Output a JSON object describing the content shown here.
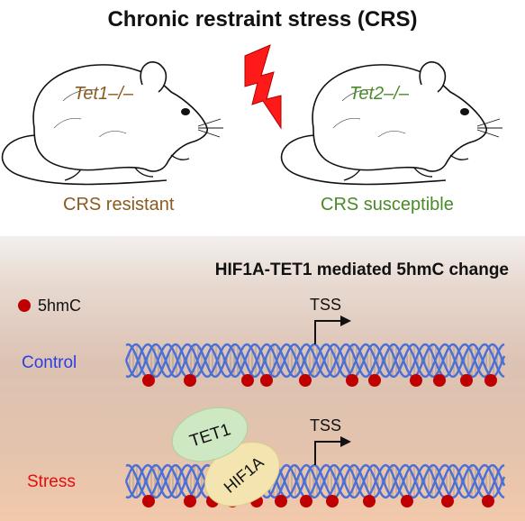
{
  "title": "Chronic restraint stress (CRS)",
  "mice": [
    {
      "genotype": "Tet1–/–",
      "phenotype": "CRS resistant",
      "color": "#8b5a1e"
    },
    {
      "genotype": "Tet2–/–",
      "phenotype": "CRS susceptible",
      "color": "#4a8a28"
    }
  ],
  "section_title": "HIF1A-TET1 mediated 5hmC change",
  "legend": {
    "label": "5hmC",
    "dot_color": "#c00000"
  },
  "conditions": [
    {
      "label": "Control",
      "color": "#2b3fe0"
    },
    {
      "label": "Stress",
      "color": "#e01010"
    }
  ],
  "tss_label": "TSS",
  "proteins": [
    {
      "label": "TET1",
      "color": "#cfe8c4"
    },
    {
      "label": "HIF1A",
      "color": "#f3e4b0"
    }
  ],
  "colors": {
    "dna_strand": "#4a6fd6",
    "bolt": "#ff1a1a"
  }
}
